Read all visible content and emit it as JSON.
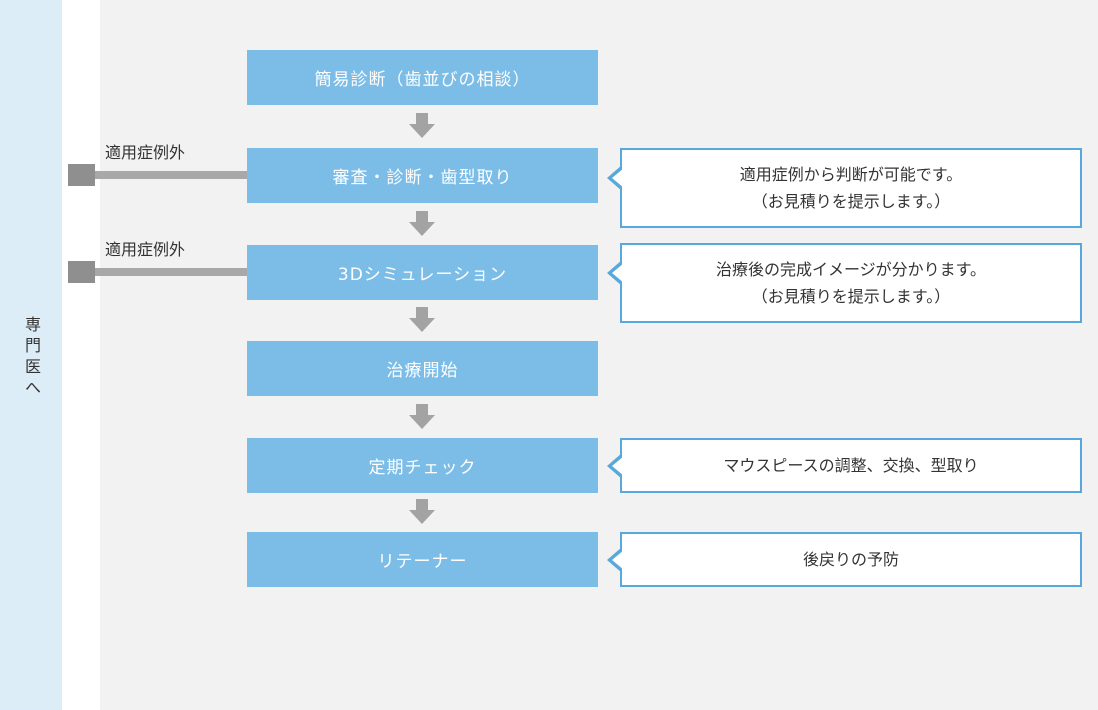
{
  "sidebar": {
    "label": "専門医へ"
  },
  "flow": {
    "steps": [
      {
        "label": "簡易診断（歯並びの相談）"
      },
      {
        "label": "審査・診断・歯型取り"
      },
      {
        "label": "3Dシミュレーション"
      },
      {
        "label": "治療開始"
      },
      {
        "label": "定期チェック"
      },
      {
        "label": "リテーナー"
      }
    ]
  },
  "left_markers": [
    {
      "label": "適用症例外"
    },
    {
      "label": "適用症例外"
    }
  ],
  "callouts": [
    {
      "lines": [
        "適用症例から判断が可能です。",
        "（お見積りを提示します。）"
      ]
    },
    {
      "lines": [
        "治療後の完成イメージが分かります。",
        "（お見積りを提示します。）"
      ]
    },
    {
      "lines": [
        "マウスピースの調整、交換、型取り"
      ]
    },
    {
      "lines": [
        "後戻りの予防"
      ]
    }
  ],
  "colors": {
    "sidebar_bg": "#dcedf8",
    "main_bg": "#f2f2f2",
    "step_bg": "#7cbde8",
    "step_text": "#ffffff",
    "callout_border": "#58a8dc",
    "callout_bg": "#ffffff",
    "arrow": "#a3a3a3",
    "marker_bar": "#a8a8a8",
    "marker_block": "#8f8f8f",
    "text_dark": "#333333"
  }
}
